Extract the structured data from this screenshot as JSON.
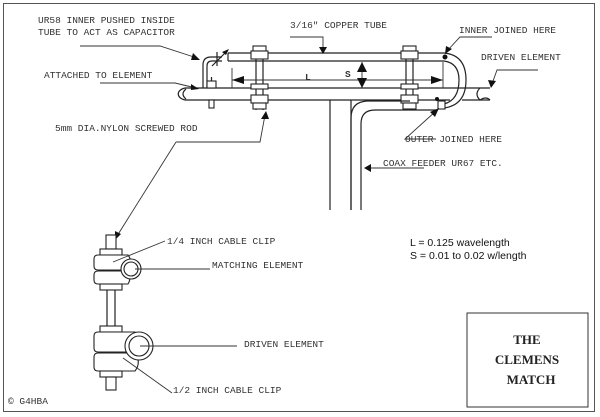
{
  "diagram": {
    "title_lines": [
      "THE",
      "CLEMENS",
      "MATCH"
    ],
    "copyright": "© G4HBA",
    "labels": {
      "capacitor_line1": "UR58 INNER PUSHED INSIDE",
      "capacitor_line2": "TUBE TO ACT AS CAPACITOR",
      "copper_tube": "3/16\" COPPER TUBE",
      "inner_joined": "INNER JOINED HERE",
      "driven_element_top": "DRIVEN ELEMENT",
      "attached": "ATTACHED TO ELEMENT",
      "nylon_rod": "5mm DIA.NYLON SCREWED ROD",
      "outer_joined": "OUTER JOINED HERE",
      "coax_feeder": "COAX FEEDER UR67 ETC.",
      "quarter_clip": "1/4 INCH CABLE CLIP",
      "matching_element": "MATCHING ELEMENT",
      "driven_element_bottom": "DRIVEN ELEMENT",
      "half_clip": "1/2 INCH CABLE CLIP",
      "dim_L": "L",
      "dim_S": "S"
    },
    "notes": {
      "L": "L = 0.125 wavelength",
      "S": "S = 0.01 to 0.02 w/length"
    }
  }
}
